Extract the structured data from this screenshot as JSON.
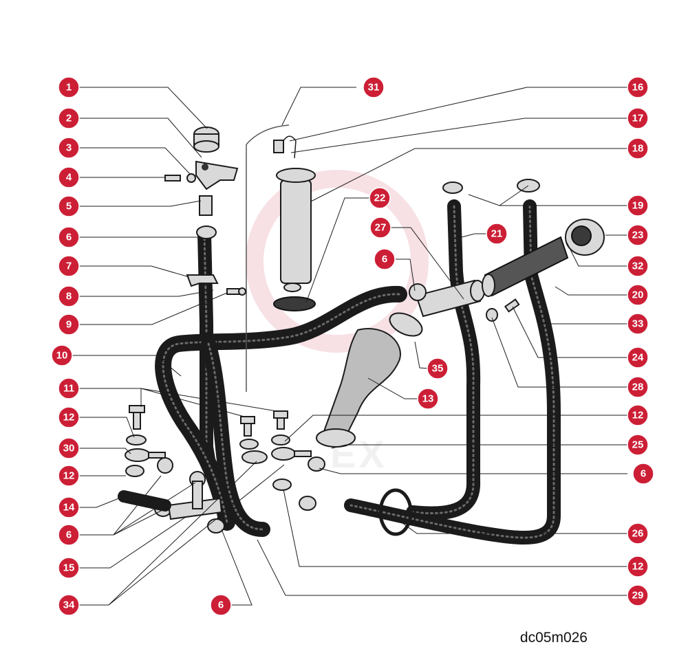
{
  "diagram": {
    "doc_code": "dc05m026",
    "watermark": "EX",
    "callout_color": "#cc1f36",
    "callouts": [
      {
        "label": "1"
      },
      {
        "label": "2"
      },
      {
        "label": "3"
      },
      {
        "label": "4"
      },
      {
        "label": "5"
      },
      {
        "label": "6"
      },
      {
        "label": "7"
      },
      {
        "label": "8"
      },
      {
        "label": "9"
      },
      {
        "label": "10"
      },
      {
        "label": "11"
      },
      {
        "label": "12"
      },
      {
        "label": "30"
      },
      {
        "label": "12"
      },
      {
        "label": "14"
      },
      {
        "label": "6"
      },
      {
        "label": "15"
      },
      {
        "label": "34"
      },
      {
        "label": "6"
      },
      {
        "label": "31"
      },
      {
        "label": "22"
      },
      {
        "label": "27"
      },
      {
        "label": "6"
      },
      {
        "label": "21"
      },
      {
        "label": "35"
      },
      {
        "label": "13"
      },
      {
        "label": "16"
      },
      {
        "label": "17"
      },
      {
        "label": "18"
      },
      {
        "label": "19"
      },
      {
        "label": "23"
      },
      {
        "label": "32"
      },
      {
        "label": "20"
      },
      {
        "label": "33"
      },
      {
        "label": "24"
      },
      {
        "label": "28"
      },
      {
        "label": "12"
      },
      {
        "label": "25"
      },
      {
        "label": "6"
      },
      {
        "label": "26"
      },
      {
        "label": "12"
      },
      {
        "label": "29"
      }
    ]
  }
}
